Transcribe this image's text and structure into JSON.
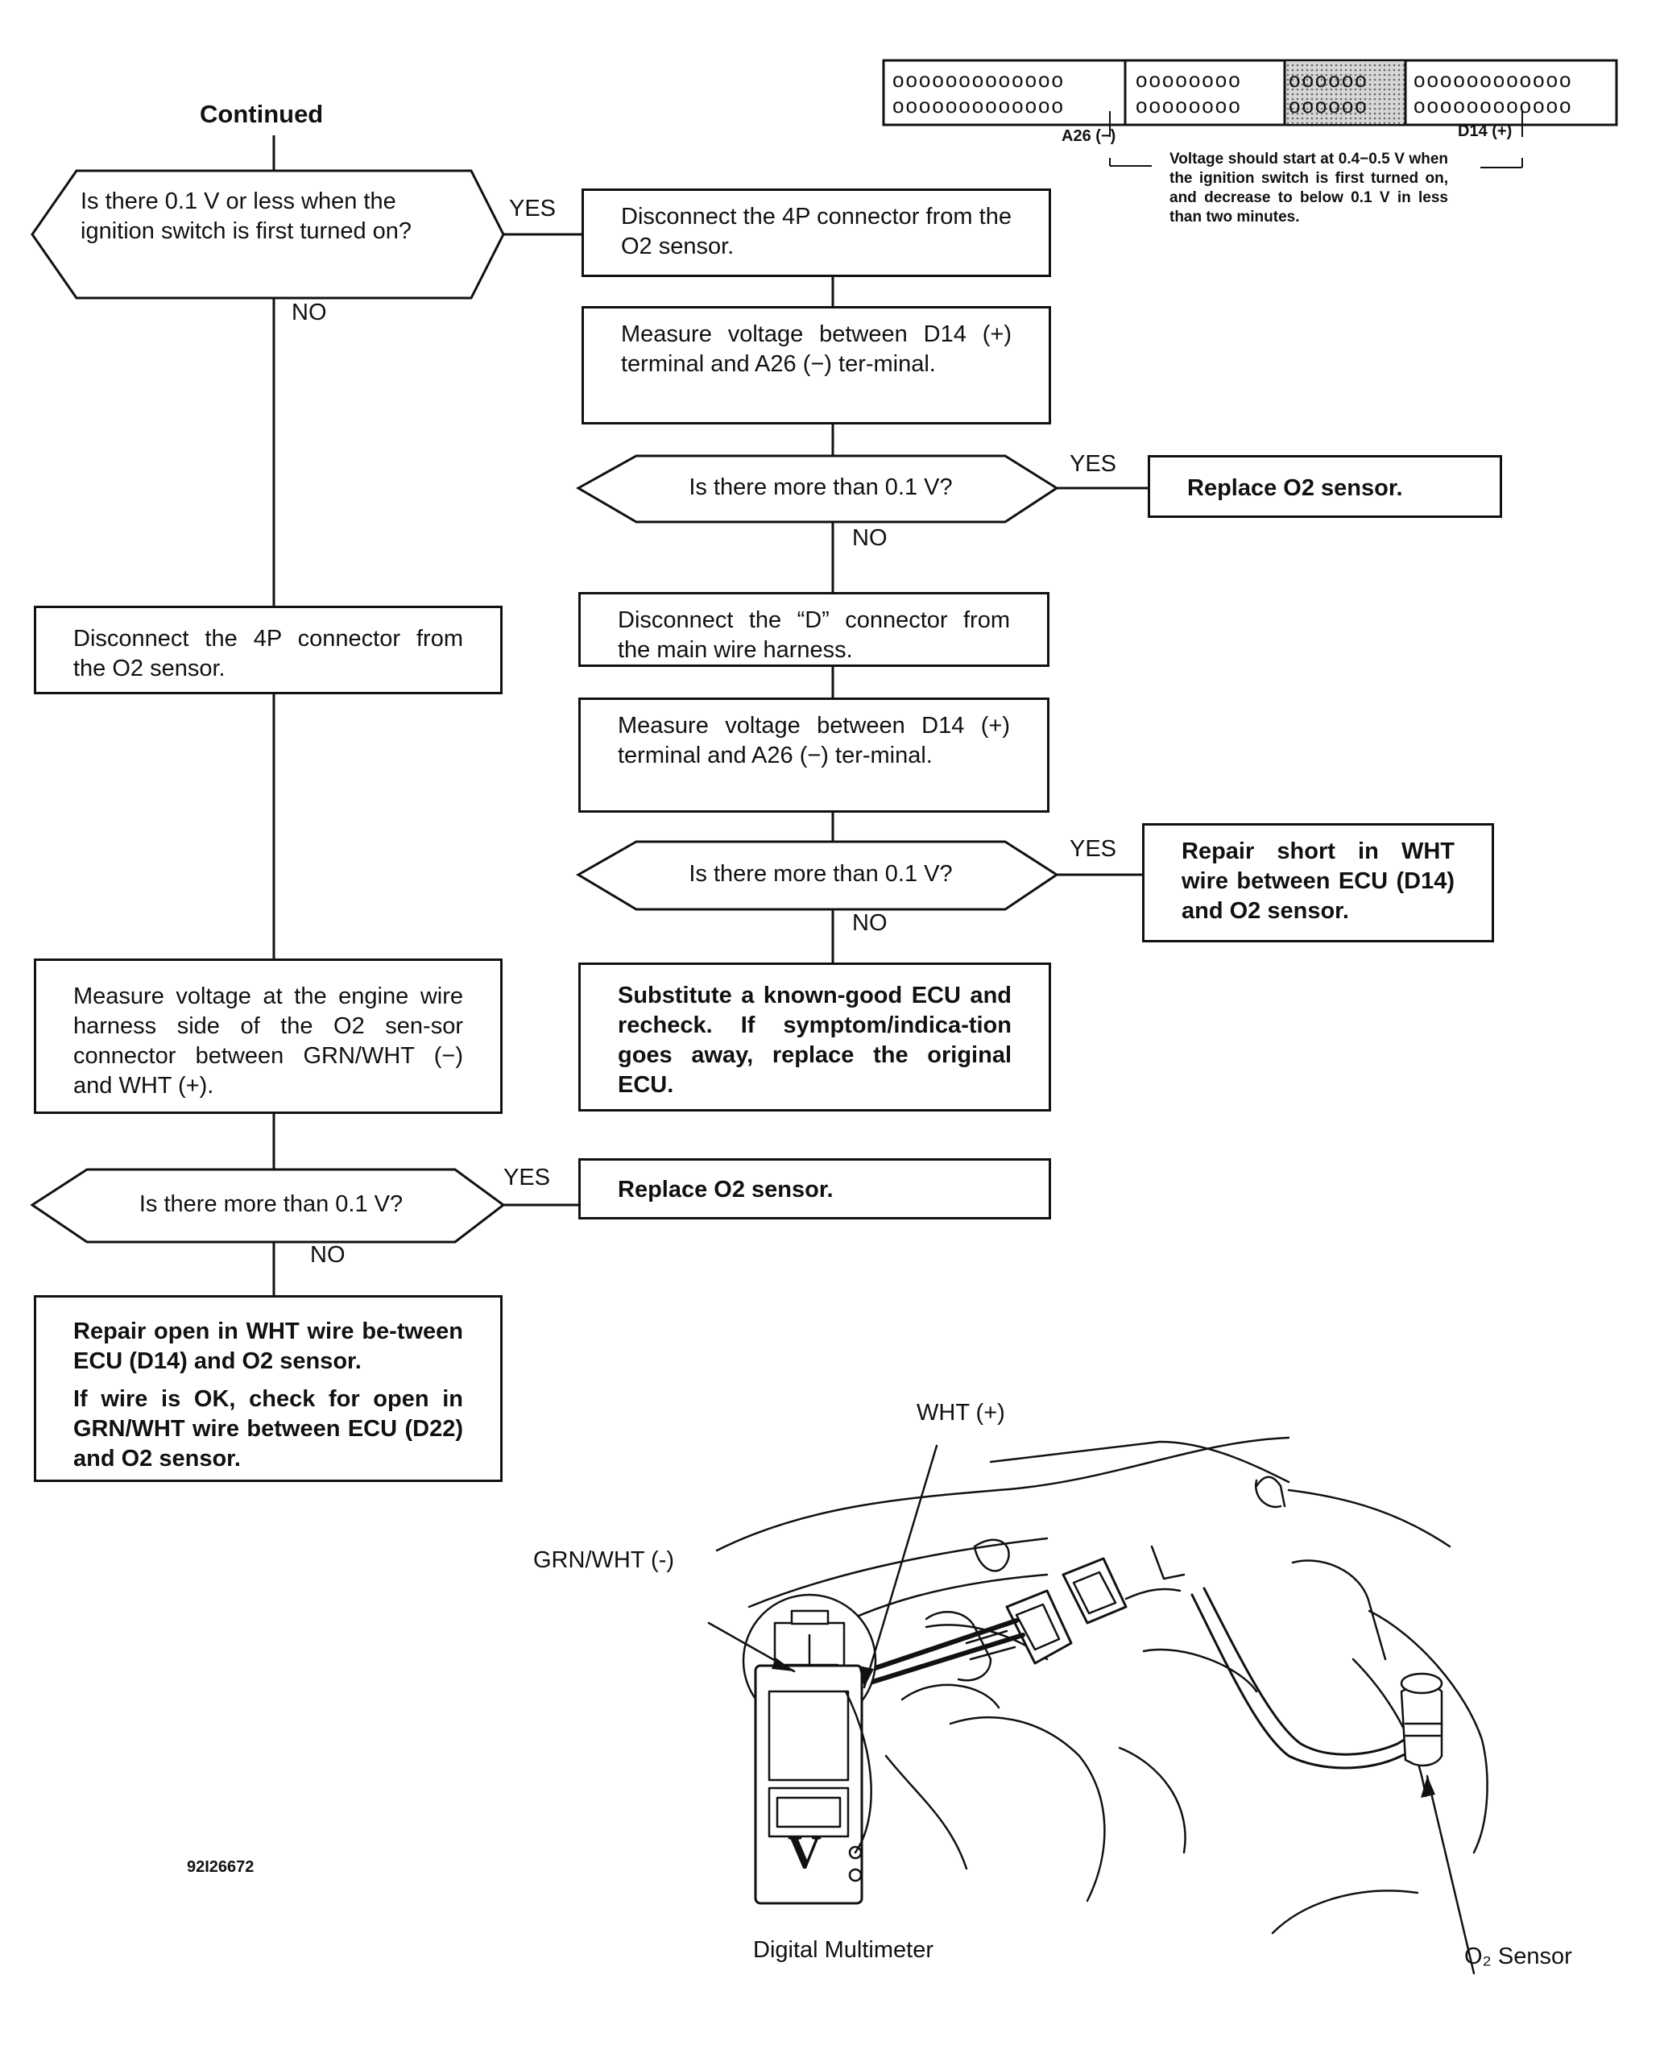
{
  "heading": "Continued",
  "connector_strip": {
    "pins_top": [
      "ooooooooooooo",
      "oooooooo",
      "oooooo",
      "oooooooooooo"
    ],
    "pins_bottom": [
      "ooooooooooooo",
      "oooooooo",
      "oooooo",
      "oooooooooooo"
    ],
    "label_a": "A26 (−)",
    "label_d": "D14 (+)",
    "note": "Voltage should start at 0.4−0.5 V when the ignition switch is first turned on, and decrease to below 0.1 V in less than two minutes."
  },
  "flow": {
    "q1": "Is there 0.1 V or less when the ignition switch is first turned on?",
    "b_disconnect_4p_right": "Disconnect the 4P connector from the O2 sensor.",
    "b_measure_1": "Measure voltage between D14 (+) terminal and A26 (−) ter-minal.",
    "q2": "Is there more than 0.1 V?",
    "b_replace_1": "Replace O2 sensor.",
    "b_disconnect_d": "Disconnect the “D” connector from the main wire harness.",
    "b_measure_2": "Measure voltage between D14 (+) terminal and A26 (−) ter-minal.",
    "q3": "Is there more than 0.1 V?",
    "b_repair_short": "Repair short in WHT wire between ECU (D14) and O2 sensor.",
    "b_substitute": "Substitute a known-good ECU and recheck. If symptom/indica-tion goes away, replace the original ECU.",
    "b_disconnect_4p_left": "Disconnect the 4P connector from the O2 sensor.",
    "b_measure_harness": "Measure voltage at the engine wire harness side of the O2 sen-sor connector between GRN/WHT (−) and WHT (+).",
    "q4": "Is there more than 0.1 V?",
    "b_replace_2": "Replace O2 sensor.",
    "b_repair_open_1": "Repair open in WHT wire be-tween ECU (D14) and O2 sensor.",
    "b_repair_open_2": "If wire is OK, check for open in GRN/WHT wire between ECU (D22) and O2 sensor.",
    "yes": "YES",
    "no": "NO"
  },
  "illustration": {
    "wht_plus": "WHT (+)",
    "grn_wht_minus": "GRN/WHT (-)",
    "meter_letter": "V",
    "multimeter": "Digital\nMultimeter",
    "o2_sensor": "O₂ Sensor",
    "figure_id": "92I26672"
  }
}
